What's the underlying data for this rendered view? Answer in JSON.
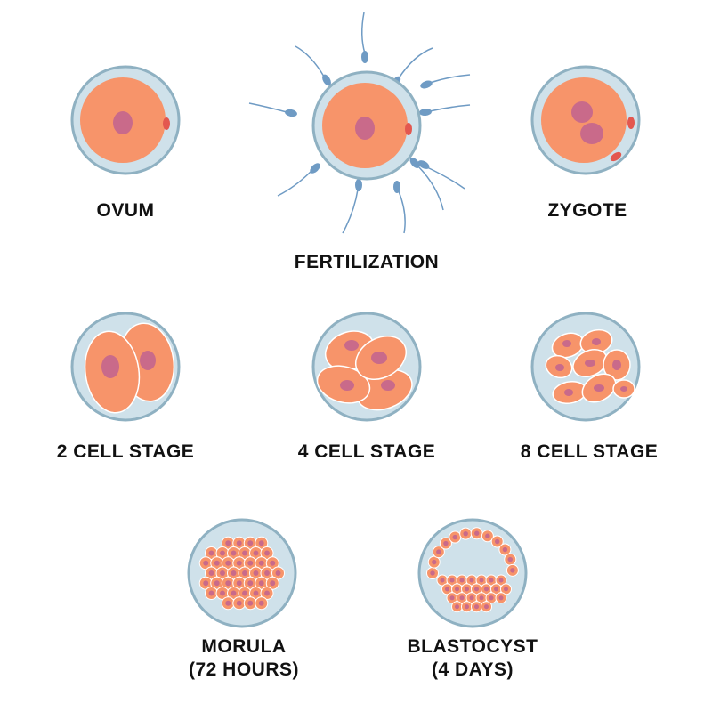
{
  "colors": {
    "ring": "#8fb1c2",
    "zona": "#cfe1ea",
    "cytoplasm": "#f7946a",
    "cell_edge": "#ffffff",
    "nucleus": "#c96a8a",
    "polar_body": "#e3574f",
    "sperm": "#6f9bc4",
    "text": "#111111"
  },
  "stages": [
    {
      "id": "ovum",
      "label": "OVUM"
    },
    {
      "id": "fertilization",
      "label": "FERTILIZATION"
    },
    {
      "id": "zygote",
      "label": "ZYGOTE"
    },
    {
      "id": "two-cell",
      "label": "2 CELL STAGE"
    },
    {
      "id": "four-cell",
      "label": "4 CELL STAGE"
    },
    {
      "id": "eight-cell",
      "label": "8 CELL STAGE"
    },
    {
      "id": "morula",
      "label_line1": "MORULA",
      "label_line2": "(72 HOURS)"
    },
    {
      "id": "blastocyst",
      "label_line1": "BLASTOCYST",
      "label_line2": "(4 DAYS)"
    }
  ]
}
